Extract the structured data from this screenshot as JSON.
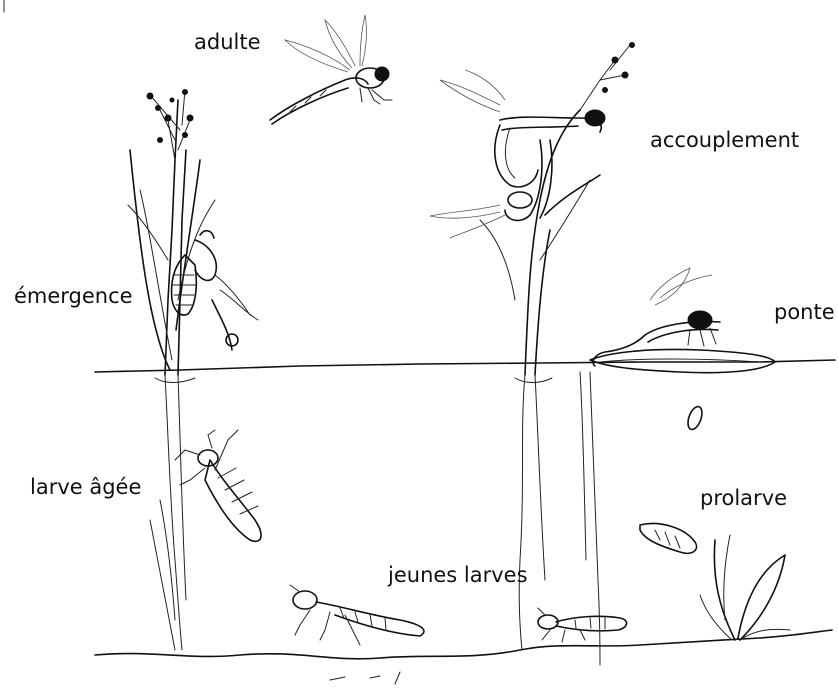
{
  "labels": {
    "adulte": "adulte",
    "accouplement": "accouplement",
    "emergence": "émergence",
    "ponte": "ponte",
    "larve_agee": "larve âgée",
    "prolarve": "prolarve",
    "jeunes_larves": "jeunes larves"
  },
  "colors": {
    "ink": "#111111",
    "background": "#ffffff"
  }
}
